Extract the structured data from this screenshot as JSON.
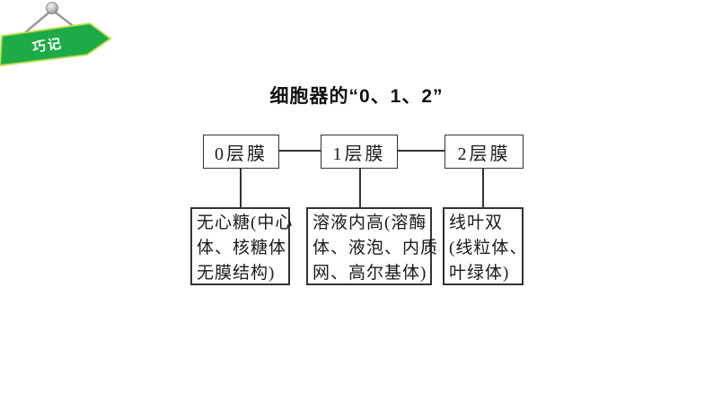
{
  "banner": {
    "label": "巧记"
  },
  "title": "细胞器的“0、1、2”",
  "colors": {
    "banner_green": "#1cab46",
    "banner_edge": "#c6db4e",
    "pin_gray": "#999999",
    "line_color": "#333333",
    "text_color": "#1a1a1a",
    "background": "#ffffff"
  },
  "diagram": {
    "top_boxes": [
      {
        "label": "0层膜"
      },
      {
        "label": "1层膜"
      },
      {
        "label": "2层膜"
      }
    ],
    "bottom_boxes": [
      {
        "lines": [
          "无心糖(中心",
          "体、核糖体",
          "无膜结构)"
        ]
      },
      {
        "lines": [
          "溶液内高(溶酶",
          "体、液泡、内质",
          "网、高尔基体)"
        ]
      },
      {
        "lines": [
          "线叶双",
          "(线粒体、",
          "叶绿体)"
        ]
      }
    ]
  }
}
